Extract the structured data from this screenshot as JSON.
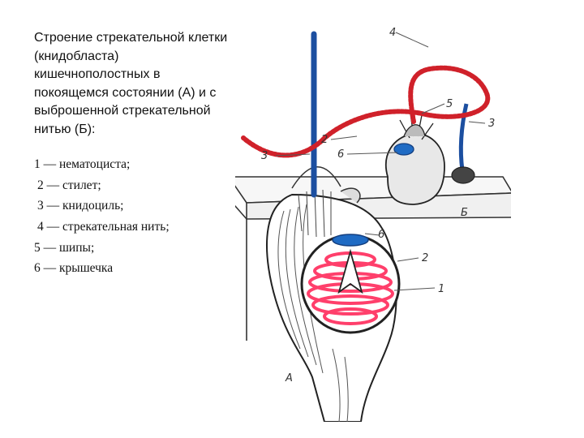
{
  "title": "Строение стрекательной клетки (книдобласта) кишечнополостных в покоящемся состоянии (А) и с выброшенной стрекательной нитью (Б):",
  "legend": [
    "1 — нематоциста;",
    "2 — стилет;",
    "3 — книдоциль;",
    "4 — стрекательная нить;",
    "5 — шипы;",
    "6 — крышечка"
  ],
  "diagram_labels": {
    "l1": "1",
    "l2a": "2",
    "l2b": "2",
    "l3a": "3",
    "l3b": "3",
    "l4": "4",
    "l5": "5",
    "l6a": "6",
    "l6b": "6",
    "A": "А",
    "B": "Б"
  },
  "colors": {
    "thread": "#d0212a",
    "cnidocil": "#1c4fa0",
    "coil": "#ff3f6b",
    "operculum": "#1f6bc4",
    "cell_outline": "#222222"
  }
}
